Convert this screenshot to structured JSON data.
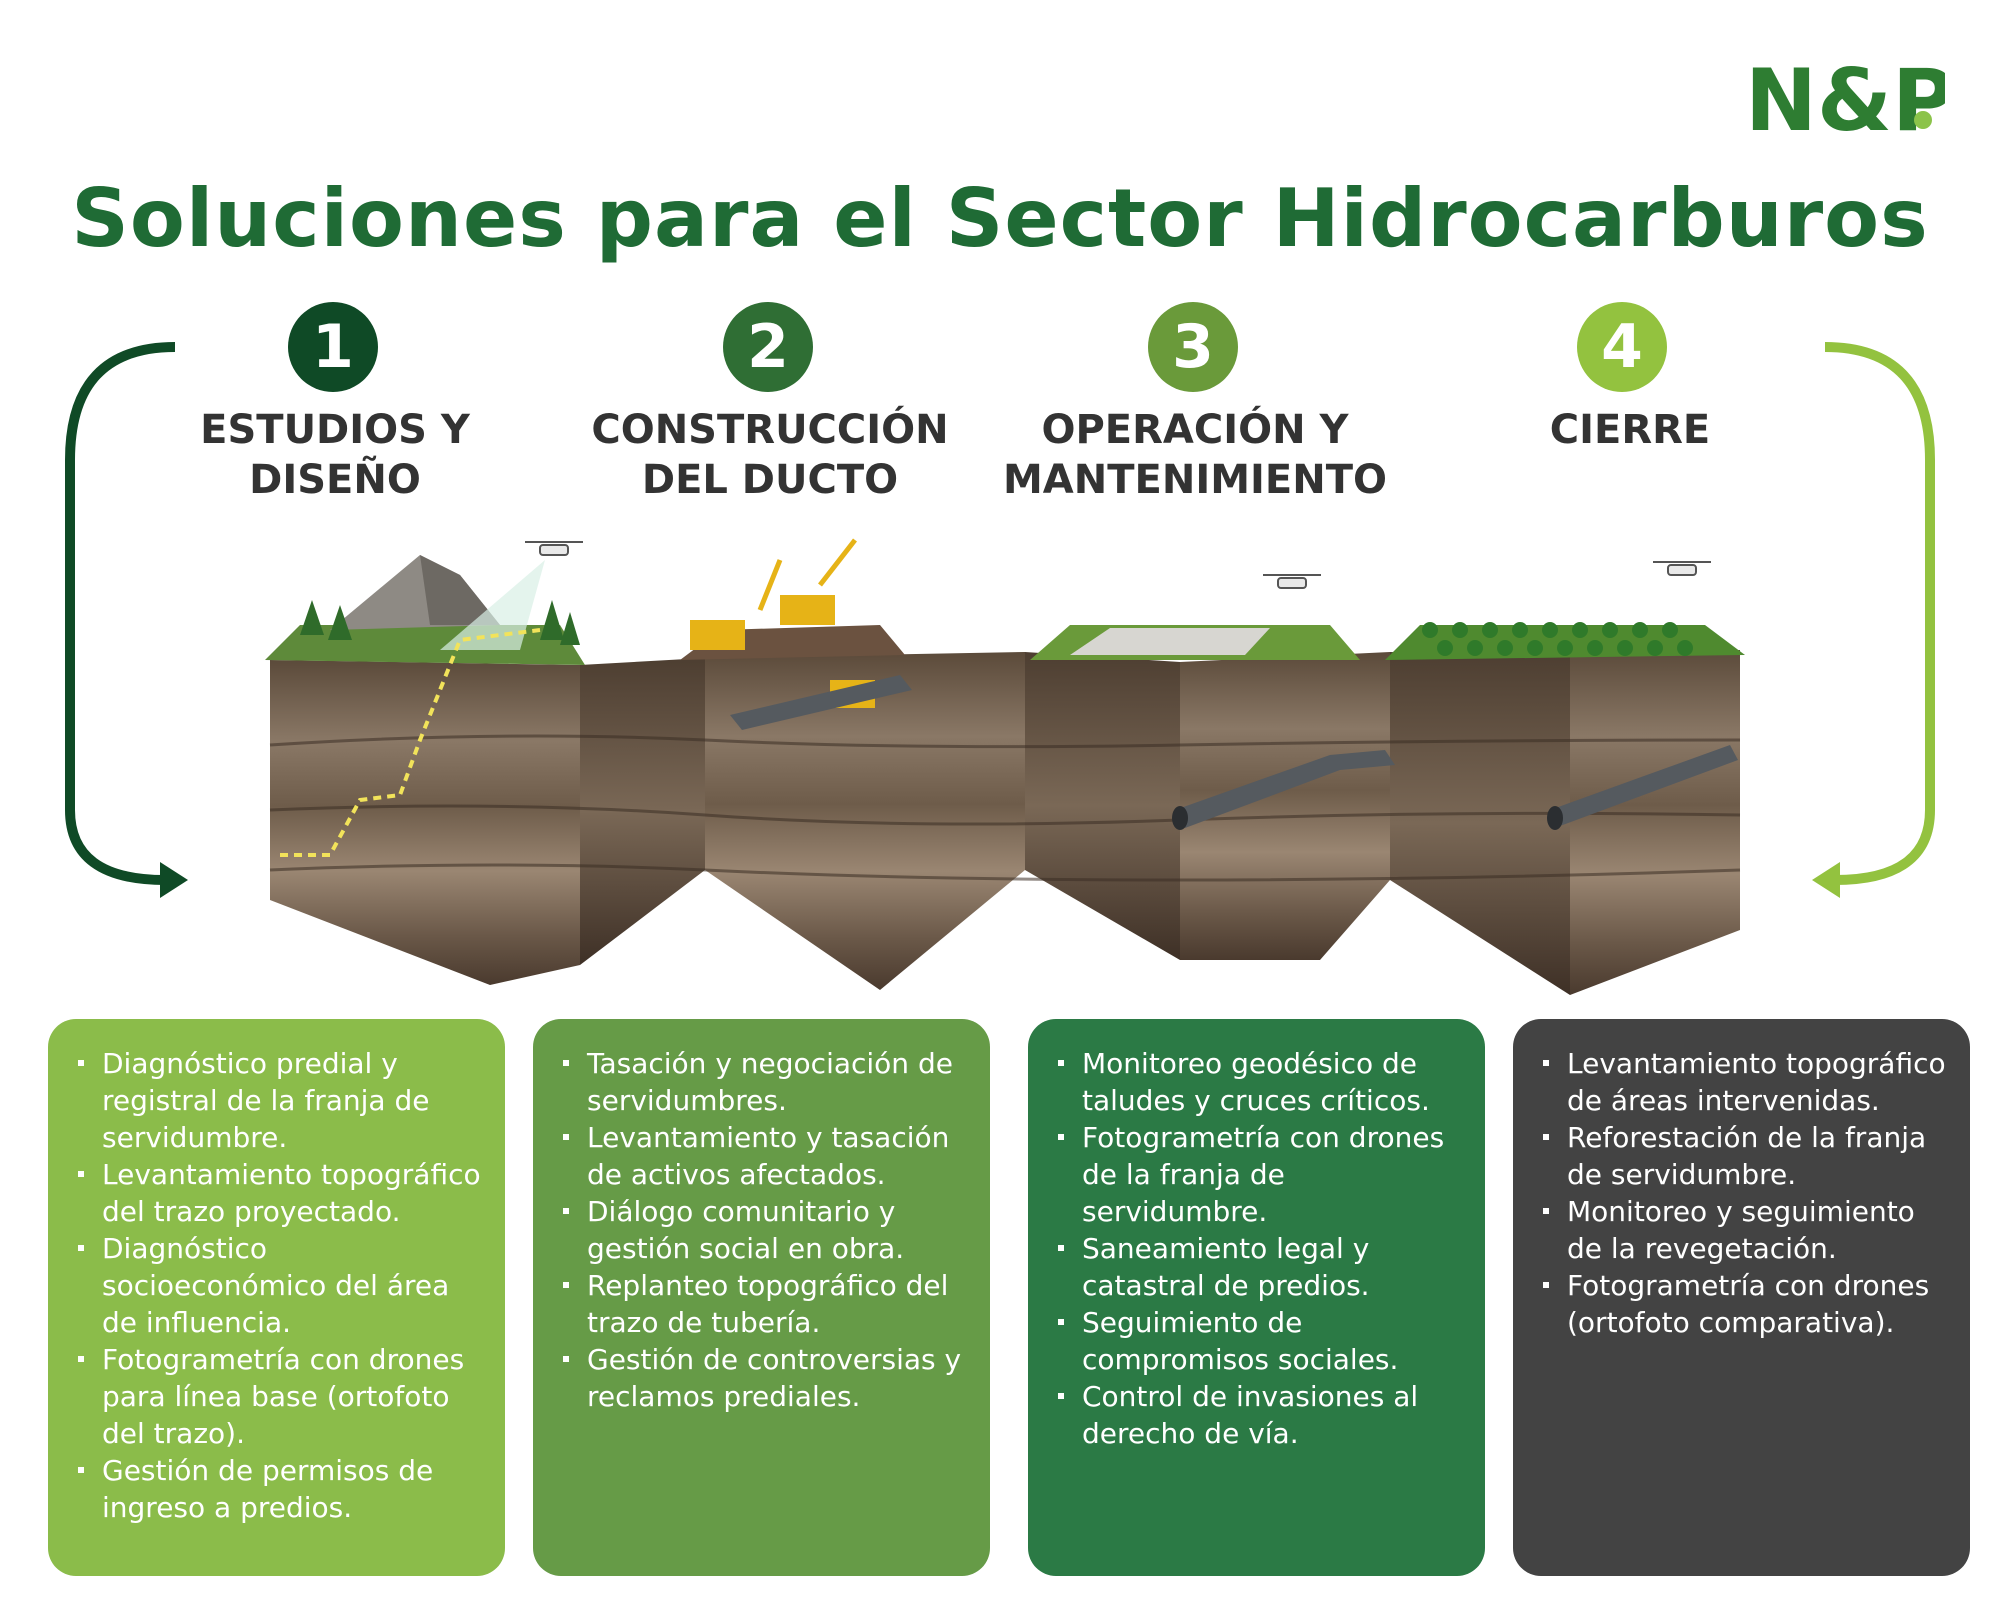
{
  "logo": {
    "text": "N&P",
    "color": "#2e7d32",
    "accent": "#8bc34a"
  },
  "title": "Soluciones para el Sector Hidrocarburos",
  "steps": [
    {
      "number": "1",
      "label": "ESTUDIOS Y DISEÑO",
      "color": "#0f4a26"
    },
    {
      "number": "2",
      "label": "CONSTRUCCIÓN DEL DUCTO",
      "color": "#2f6e34"
    },
    {
      "number": "3",
      "label": "OPERACIÓN Y MANTENIMIENTO",
      "color": "#6a9a3a"
    },
    {
      "number": "4",
      "label": "CIERRE",
      "color": "#93c23f"
    }
  ],
  "cards": [
    {
      "color": "#8bbc4a",
      "items": [
        "Diagnóstico predial y registral de la franja de servidumbre.",
        "Levantamiento topográfico del trazo proyectado.",
        "Diagnóstico socioeconómico del área de influencia.",
        "Fotogrametría con drones para línea base (ortofoto del trazo).",
        "Gestión de permisos de ingreso a predios."
      ]
    },
    {
      "color": "#669b47",
      "items": [
        "Tasación y negociación de servidumbres.",
        "Levantamiento y tasación de activos afectados.",
        "Diálogo comunitario y gestión social en obra.",
        "Replanteo topográfico del trazo de tubería.",
        "Gestión de controversias y reclamos prediales."
      ]
    },
    {
      "color": "#2b7a45",
      "items": [
        "Monitoreo geodésico de taludes y cruces críticos.",
        "Fotogrametría con drones de la franja de servidumbre.",
        "Saneamiento legal y catastral de predios.",
        "Seguimiento de compromisos sociales.",
        "Control de invasiones al derecho de vía."
      ]
    },
    {
      "color": "#434343",
      "items": [
        "Levantamiento topográfico de áreas intervenidas.",
        "Reforestación de la franja de servidumbre.",
        "Monitoreo y seguimiento de la revegetación.",
        "Fotogrametría con drones (ortofoto comparativa)."
      ]
    }
  ]
}
